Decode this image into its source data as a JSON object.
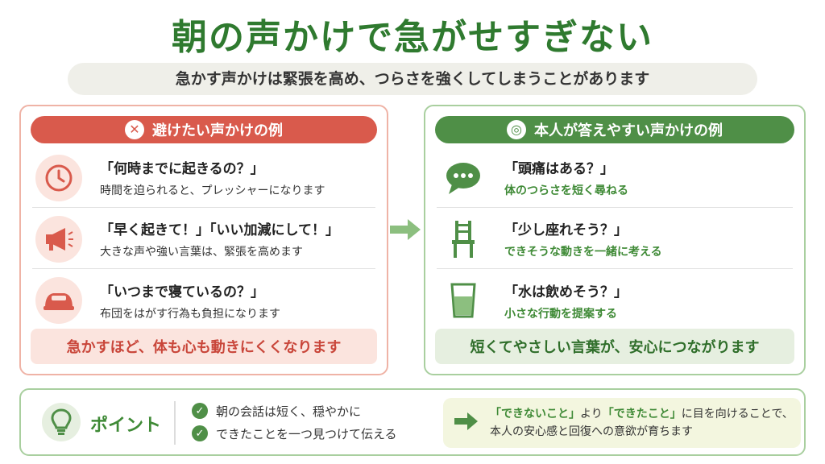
{
  "title": "朝の声かけで急がせすぎない",
  "subtitle": "急かす声かけは緊張を高め、つらさを強くしてしまうことがあります",
  "left_panel": {
    "header": "避けたい声かけの例",
    "header_icon": "cross-icon",
    "items": [
      {
        "icon": "clock-icon",
        "quote": "「何時までに起きるの？」",
        "desc": "時間を迫られると、プレッシャーになります"
      },
      {
        "icon": "megaphone-icon",
        "quote": "「早く起きて！」「いい加減にして！」",
        "desc": "大きな声や強い言葉は、緊張を高めます"
      },
      {
        "icon": "blanket-icon",
        "quote": "「いつまで寝ているの？」",
        "desc": "布団をはがす行為も負担になります"
      }
    ],
    "footer": "急かすほど、体も心も動きにくくなります"
  },
  "right_panel": {
    "header": "本人が答えやすい声かけの例",
    "header_icon": "circle-icon",
    "items": [
      {
        "icon": "speech-bubble-icon",
        "quote": "「頭痛はある？」",
        "desc": "体のつらさを短く尋ねる"
      },
      {
        "icon": "chair-icon",
        "quote": "「少し座れそう？」",
        "desc": "できそうな動きを一緒に考える"
      },
      {
        "icon": "water-glass-icon",
        "quote": "「水は飲めそう？」",
        "desc": "小さな行動を提案する"
      }
    ],
    "footer": "短くてやさしい言葉が、安心につながります"
  },
  "point": {
    "label": "ポイント",
    "checks": [
      "朝の会話は短く、穏やかに",
      "できたことを一つ見つけて伝える"
    ],
    "message_line1_part1": "「できないこと」",
    "message_line1_part2": "より",
    "message_line1_part3": "「できたこと」",
    "message_line1_part4": "に目を向けることで、",
    "message_line2": "本人の安心感と回復への意欲が育ちます"
  },
  "colors": {
    "title_green": "#2f7a2f",
    "avoid_red": "#d95a4c",
    "good_green": "#4f8f47"
  }
}
